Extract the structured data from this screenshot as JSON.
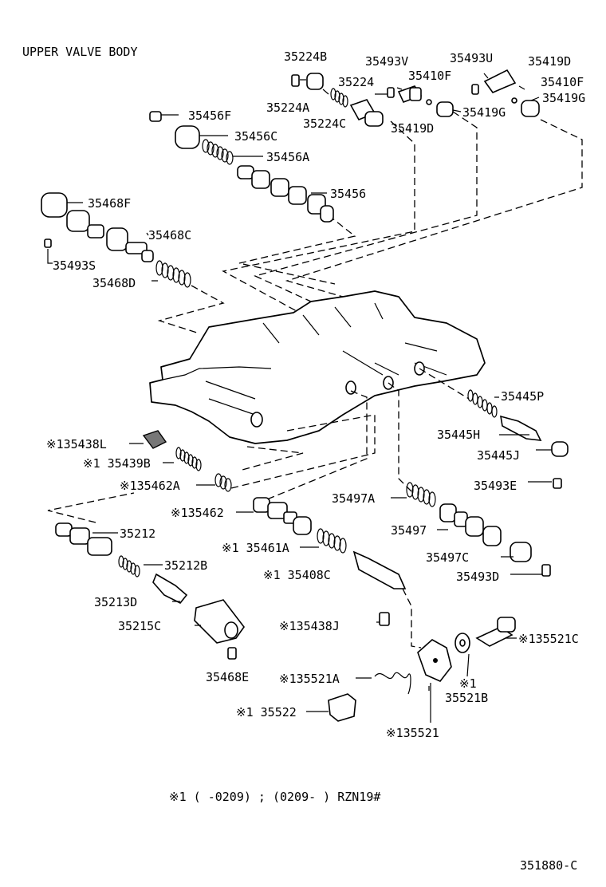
{
  "title": "UPPER VALVE BODY",
  "figure_code": "351880-C",
  "footnote": "※1 (      -0209) ; (0209-       ) RZN19#",
  "parts": [
    {
      "key": "35224B",
      "text": "35224B"
    },
    {
      "key": "35493V",
      "text": "35493V"
    },
    {
      "key": "35493U",
      "text": "35493U"
    },
    {
      "key": "35419D_a",
      "text": "35419D"
    },
    {
      "key": "35410F_a",
      "text": "35410F"
    },
    {
      "key": "35224",
      "text": "35224"
    },
    {
      "key": "35410F_b",
      "text": "35410F"
    },
    {
      "key": "35419G_b",
      "text": "35419G"
    },
    {
      "key": "35224A",
      "text": "35224A"
    },
    {
      "key": "35224C",
      "text": "35224C"
    },
    {
      "key": "35419D_b",
      "text": "35419D"
    },
    {
      "key": "35419G_a",
      "text": "35419G"
    },
    {
      "key": "35456F",
      "text": "35456F"
    },
    {
      "key": "35456C",
      "text": "35456C"
    },
    {
      "key": "35456A",
      "text": "35456A"
    },
    {
      "key": "35456",
      "text": "35456"
    },
    {
      "key": "35468F",
      "text": "35468F"
    },
    {
      "key": "35468C",
      "text": "35468C"
    },
    {
      "key": "35493S",
      "text": "35493S"
    },
    {
      "key": "35468D",
      "text": "35468D"
    },
    {
      "key": "35445P",
      "text": "35445P"
    },
    {
      "key": "35445H",
      "text": "35445H"
    },
    {
      "key": "35445J",
      "text": "35445J"
    },
    {
      "key": "135438L",
      "text": "※135438L"
    },
    {
      "key": "135439B",
      "text": "※1 35439B"
    },
    {
      "key": "135462A",
      "text": "※135462A"
    },
    {
      "key": "35493E",
      "text": "35493E"
    },
    {
      "key": "35497A",
      "text": "35497A"
    },
    {
      "key": "135462",
      "text": "※135462"
    },
    {
      "key": "35212",
      "text": "35212"
    },
    {
      "key": "35497",
      "text": "35497"
    },
    {
      "key": "135461A",
      "text": "※1 35461A"
    },
    {
      "key": "35497C",
      "text": "35497C"
    },
    {
      "key": "35212B",
      "text": "35212B"
    },
    {
      "key": "135408C",
      "text": "※1 35408C"
    },
    {
      "key": "35493D",
      "text": "35493D"
    },
    {
      "key": "35213D",
      "text": "35213D"
    },
    {
      "key": "35215C",
      "text": "35215C"
    },
    {
      "key": "135438J",
      "text": "※135438J"
    },
    {
      "key": "135521C",
      "text": "※135521C"
    },
    {
      "key": "35468E",
      "text": "35468E"
    },
    {
      "key": "135521A",
      "text": "※135521A"
    },
    {
      "key": "1_note",
      "text": "※1"
    },
    {
      "key": "35521B",
      "text": "35521B"
    },
    {
      "key": "135522",
      "text": "※1 35522"
    },
    {
      "key": "135521",
      "text": "※135521"
    }
  ]
}
